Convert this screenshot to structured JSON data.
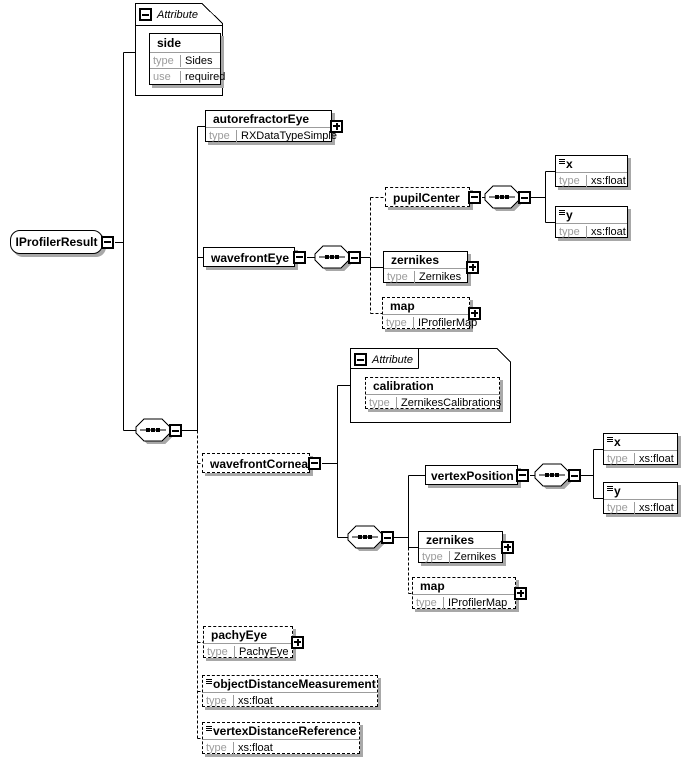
{
  "labels": {
    "attribute": "Attribute",
    "type": "type",
    "use": "use"
  },
  "root": {
    "name": "IProfilerResult"
  },
  "side": {
    "name": "side",
    "type": "Sides",
    "use": "required"
  },
  "calibration": {
    "name": "calibration",
    "type": "ZernikesCalibrations"
  },
  "elements": {
    "autorefractorEye": {
      "name": "autorefractorEye",
      "type": "RXDataTypeSimple"
    },
    "wavefrontEye": {
      "name": "wavefrontEye"
    },
    "pupilCenter": {
      "name": "pupilCenter"
    },
    "pupilX": {
      "name": "x",
      "type": "xs:float"
    },
    "pupilY": {
      "name": "y",
      "type": "xs:float"
    },
    "zernikesEye": {
      "name": "zernikes",
      "type": "Zernikes"
    },
    "mapEye": {
      "name": "map",
      "type": "IProfilerMap"
    },
    "wavefrontCornea": {
      "name": "wavefrontCornea"
    },
    "vertexPosition": {
      "name": "vertexPosition"
    },
    "vertexX": {
      "name": "x",
      "type": "xs:float"
    },
    "vertexY": {
      "name": "y",
      "type": "xs:float"
    },
    "zernikesCornea": {
      "name": "zernikes",
      "type": "Zernikes"
    },
    "mapCornea": {
      "name": "map",
      "type": "IProfilerMap"
    },
    "pachyEye": {
      "name": "pachyEye",
      "type": "PachyEye"
    },
    "objectDistanceMeasurement": {
      "name": "objectDistanceMeasurement",
      "type": "xs:float"
    },
    "vertexDistanceReference": {
      "name": "vertexDistanceReference",
      "type": "xs:float"
    }
  }
}
